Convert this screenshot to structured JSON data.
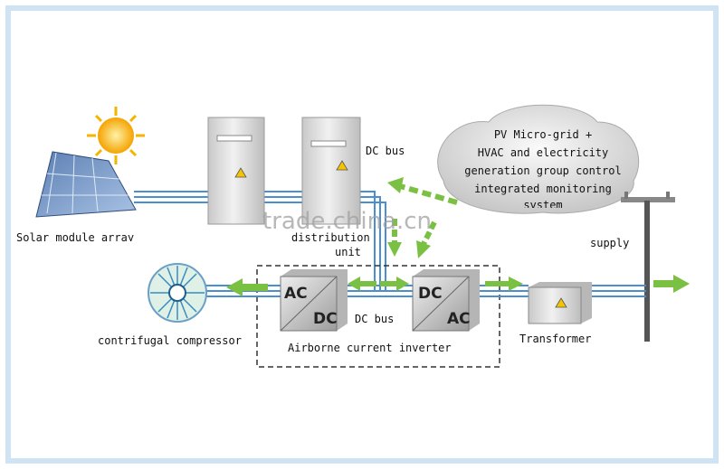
{
  "labels": {
    "dc_bus_top": "DC bus",
    "cloud": [
      "PV Micro-grid +",
      "HVAC and electricity",
      "generation group control",
      "integrated monitoring",
      "system"
    ],
    "solar": "Solar module array",
    "distribution": "distribution",
    "unit": "unit",
    "supply": "supply",
    "compressor": "contrifugal compressor",
    "dc_bus_mid": "DC bus",
    "inverter": "Airborne current inverter",
    "transformer": "Transformer",
    "ac1": "AC",
    "dc1": "DC",
    "dc2": "DC",
    "ac2": "AC"
  },
  "watermark": "trade.china.cn",
  "colors": {
    "arrow": "#7ac143",
    "bus": "#4a8fd0",
    "cabinet": "#d8d8d8",
    "warning": "#f5c400"
  }
}
